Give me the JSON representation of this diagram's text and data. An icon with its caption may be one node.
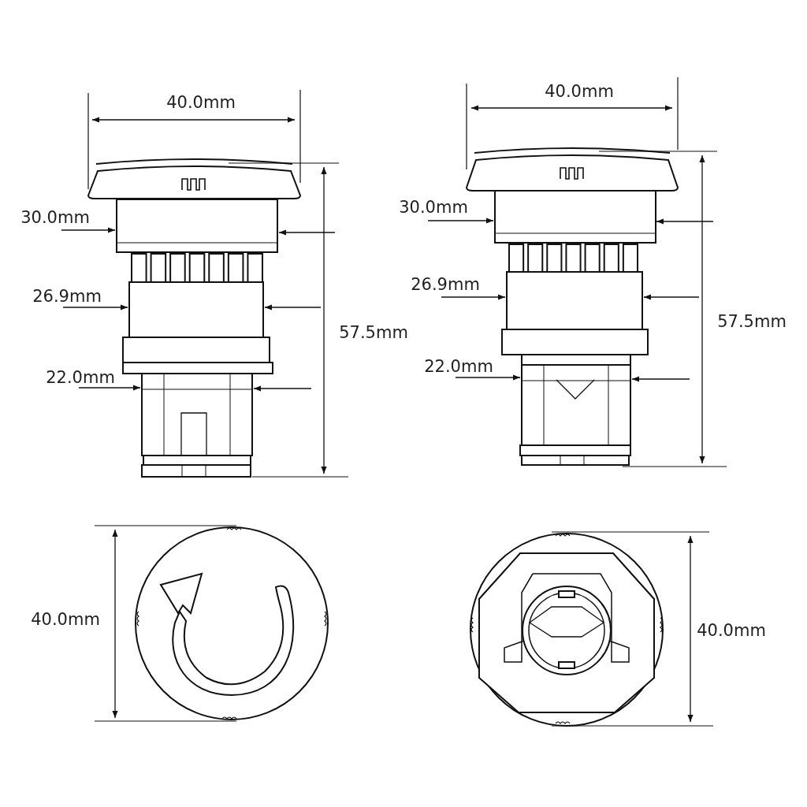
{
  "diagram": {
    "labels": [
      "40.0mm",
      "30.0mm",
      "26.9mm",
      "57.5mm",
      "22.0mm",
      "40.0mm",
      "30.0mm",
      "26.9mm",
      "57.5mm",
      "22.0mm",
      "40.0mm",
      "40.0mm"
    ]
  }
}
